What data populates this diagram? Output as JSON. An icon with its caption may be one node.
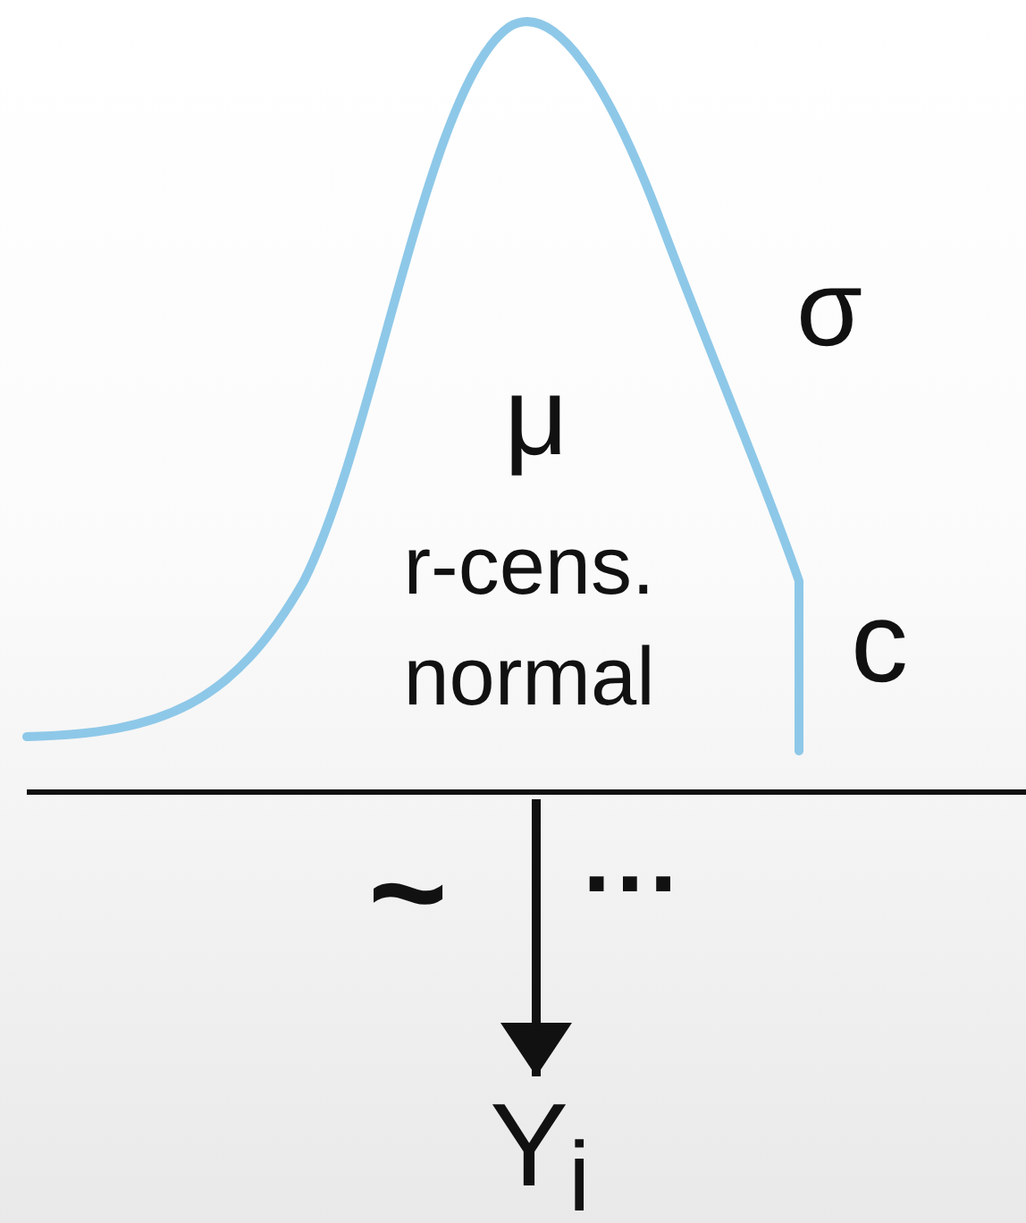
{
  "diagram": {
    "nodes": [
      {
        "text": [
          "σ",
          "μ",
          "r-cens. normal",
          "c"
        ]
      },
      {
        "text": [
          "Y$_{i}$"
        ]
      }
    ],
    "edges": [
      {
        "from": 0,
        "to": 1,
        "arrow": "to",
        "label": "~"
      }
    ],
    "labels": [
      "···"
    ]
  }
}
